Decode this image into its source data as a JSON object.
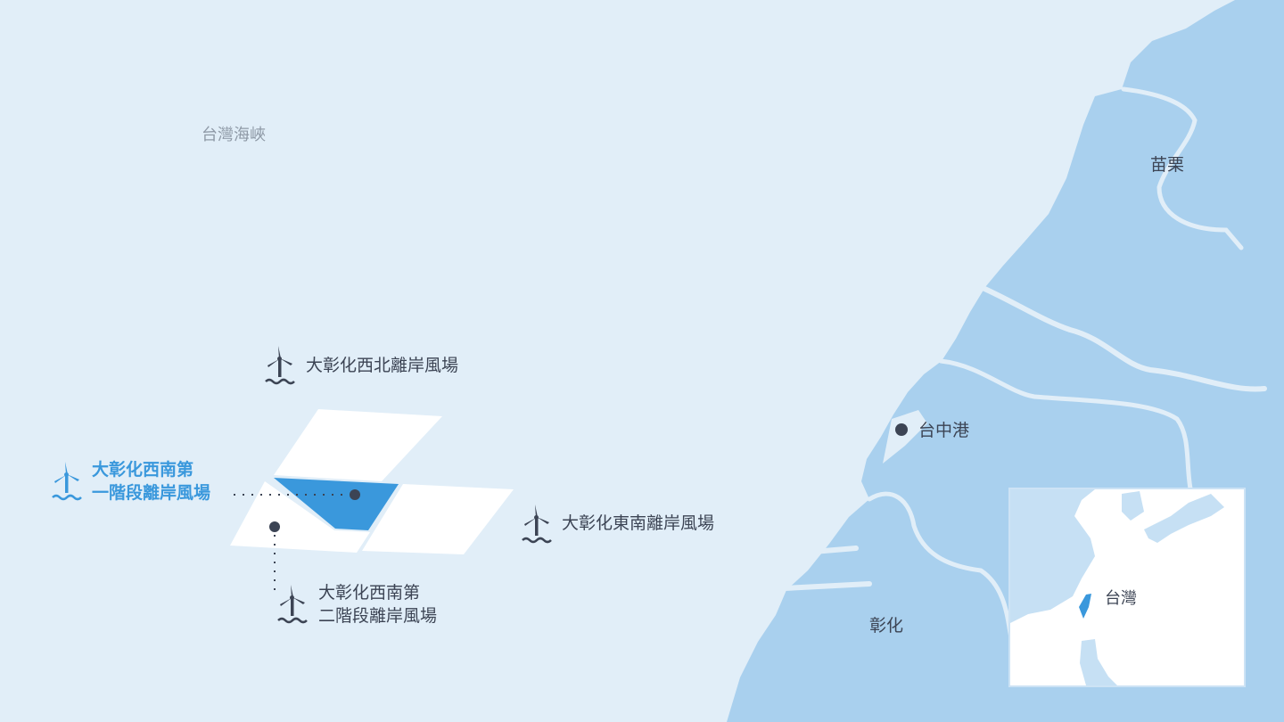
{
  "strait_label": "台灣海峽",
  "places": {
    "miaoli": "苗栗",
    "taichung_port": "台中港",
    "changhua": "彰化"
  },
  "wind_farms": [
    {
      "name": "大彰化西北離岸風場",
      "highlighted": false
    },
    {
      "line1": "大彰化西南第",
      "line2": "一階段離岸風場",
      "highlighted": true
    },
    {
      "name": "大彰化東南離岸風場",
      "highlighted": false
    },
    {
      "line1": "大彰化西南第",
      "line2": "二階段離岸風場",
      "highlighted": false
    }
  ],
  "inset": {
    "label": "台灣"
  },
  "colors": {
    "sea": "#e1eef8",
    "land": "#a9d0ee",
    "highlight": "#3a98dc",
    "text": "#3c4454"
  }
}
